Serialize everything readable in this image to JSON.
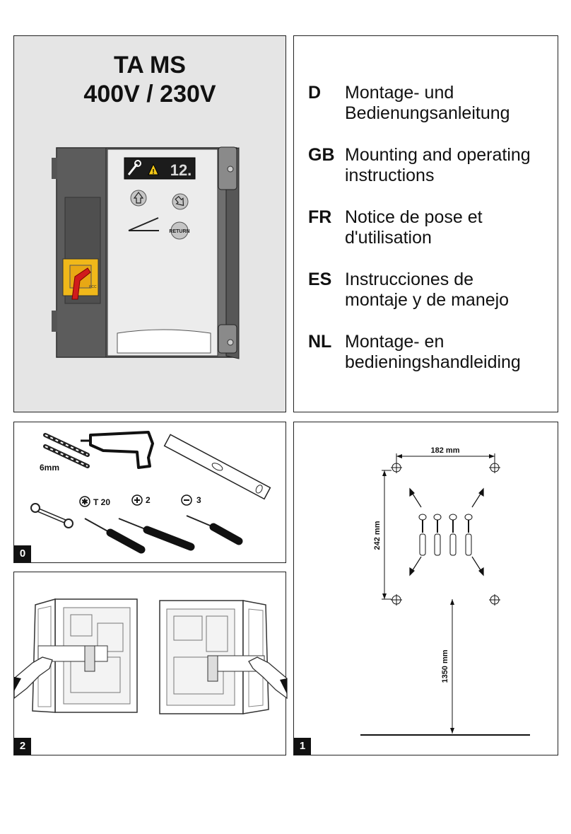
{
  "product": {
    "title_line1": "TA MS",
    "title_line2": "400V / 230V",
    "display_value": "12.",
    "return_label": "RETURN"
  },
  "languages": [
    {
      "code": "D",
      "line1": "Montage- und",
      "line2": "Bedienungsanleitung"
    },
    {
      "code": "GB",
      "line1": "Mounting and operating",
      "line2": "instructions"
    },
    {
      "code": "FR",
      "line1": "Notice de pose et",
      "line2": "d'utilisation"
    },
    {
      "code": "ES",
      "line1": "Instrucciones de",
      "line2": "montaje y de manejo"
    },
    {
      "code": "NL",
      "line1": "Montage- en",
      "line2": "bedieningshandleiding"
    }
  ],
  "tools": {
    "drill_size": "6mm",
    "screwdriver_torx": "T 20",
    "screwdriver_phillips": "2",
    "screwdriver_slot": "3",
    "step": "0"
  },
  "assembly": {
    "step": "2"
  },
  "mounting": {
    "width_label": "182 mm",
    "height_label": "242 mm",
    "floor_label": "1350 mm",
    "step": "1"
  }
}
